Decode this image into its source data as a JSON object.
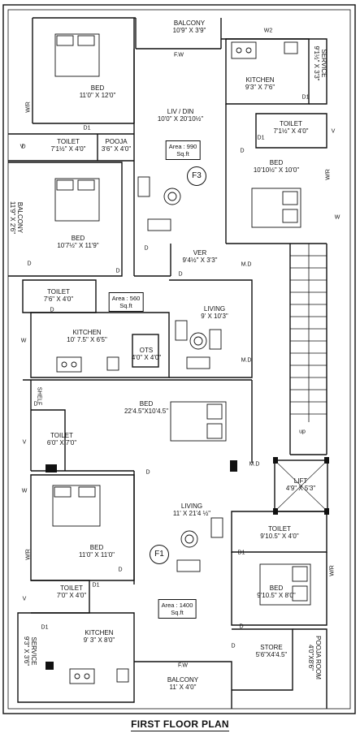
{
  "plan_title": "FIRST FLOOR PLAN",
  "flats": {
    "f3": {
      "tag": "F3",
      "area_label": "Area : 990",
      "area_unit": "Sq.ft"
    },
    "f2": {
      "area_label": "Area : 560",
      "area_unit": "Sq.ft"
    },
    "f1": {
      "tag": "F1",
      "area_label": "Area : 1400",
      "area_unit": "Sq.ft"
    }
  },
  "rooms": {
    "balcony_top": {
      "name": "BALCONY",
      "dim": "10'9\" X 3'9\""
    },
    "fw_top": "F.W",
    "w2": "W2",
    "bed_top_left": {
      "name": "BED",
      "dim": "11'0\" X 12'0\""
    },
    "kitchen_top": {
      "name": "KITCHEN",
      "dim": "9'3\" X 7'6\""
    },
    "service_top": {
      "name": "SERVICE",
      "dim": "9'1½\" X 3'3\""
    },
    "liv_din": {
      "name": "LIV / DIN",
      "dim": "10'0\" X 20'10½\""
    },
    "toilet_1": {
      "name": "TOILET",
      "dim": "7'1½\" X 4'0\""
    },
    "pooja_1": {
      "name": "POOJA",
      "dim": "3'6\" X 4'0\""
    },
    "toilet_2": {
      "name": "TOILET",
      "dim": "7'1½\" X 4'0\""
    },
    "bed_f3_right": {
      "name": "BED",
      "dim": "10'10½\" X 10'0\""
    },
    "balcony_left": {
      "name": "BALCONY",
      "dim": "11'9\" X 2'6\""
    },
    "bed_mid_left": {
      "name": "BED",
      "dim": "10'7½\" X 11'9\""
    },
    "ver": {
      "name": "VER",
      "dim": "9'4½\" X 3'3\""
    },
    "toilet_3": {
      "name": "TOILET",
      "dim": "7'6\" X 4'0\""
    },
    "living_mid": {
      "name": "LIVING",
      "dim": "9' X 10'3\""
    },
    "kitchen_mid": {
      "name": "KITCHEN",
      "dim": "10' 7.5\" X 6'5\""
    },
    "ots": {
      "name": "OTS",
      "dim": "4'0\" X 4'0\""
    },
    "shelf": "SHELF",
    "bed_large": {
      "name": "BED",
      "dim": "22'4.5\"X10'4.5\""
    },
    "toilet_4": {
      "name": "TOILET",
      "dim": "6'0\" X 7'0\""
    },
    "lift": {
      "name": "LIFT",
      "dim": "4'9\" X 5'3\""
    },
    "bed_low_left": {
      "name": "BED",
      "dim": "11'0\" X 11'0\""
    },
    "living_low": {
      "name": "LIVING",
      "dim": "11' X 21'4 ½\""
    },
    "toilet_5": {
      "name": "TOILET",
      "dim": "9'10.5\" X 4'0\""
    },
    "bed_low_right": {
      "name": "BED",
      "dim": "9'10.5\" X 8'0\""
    },
    "toilet_6": {
      "name": "TOILET",
      "dim": "7'0\" X 4'0\""
    },
    "kitchen_low": {
      "name": "KITCHEN",
      "dim": "9' 3\" X 8'0\""
    },
    "service_low": {
      "name": "SERVICE",
      "dim": "9'3\" X 3'6\""
    },
    "store": {
      "name": "STORE",
      "dim": "5'6\"X4'4.5\""
    },
    "pooja_room": {
      "name": "POOJA ROOM",
      "dim": "4'0\"X8'6\""
    },
    "balcony_bottom": {
      "name": "BALCONY",
      "dim": "11' X 4'0\""
    },
    "fw_bottom": "F.W",
    "up": "up"
  },
  "marks": {
    "door": "D",
    "door1": "D1",
    "window": "W",
    "wr": "W/R",
    "v": "V",
    "md": "M.D"
  }
}
